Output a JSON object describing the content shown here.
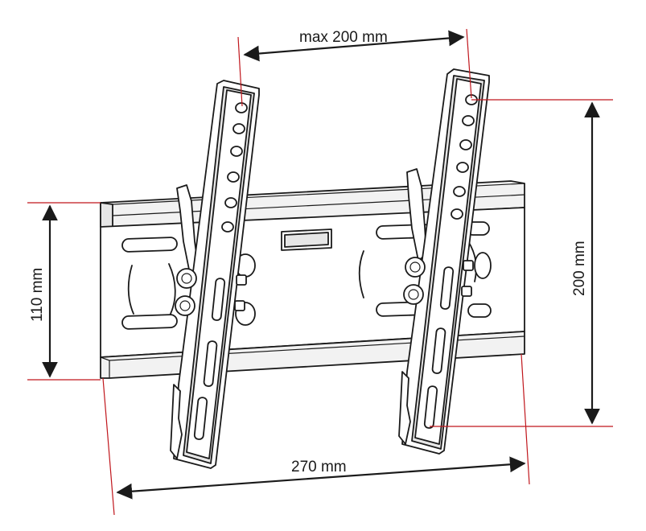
{
  "dimensions": {
    "hole_spacing": "max 200 mm",
    "vertical_spacing": "200 mm",
    "plate_height": "110 mm",
    "plate_width": "270 mm"
  },
  "colors": {
    "line": "#1a1a1a",
    "extension_line": "#c0161c",
    "face_gray": "#e6e6e6",
    "background": "#ffffff"
  }
}
